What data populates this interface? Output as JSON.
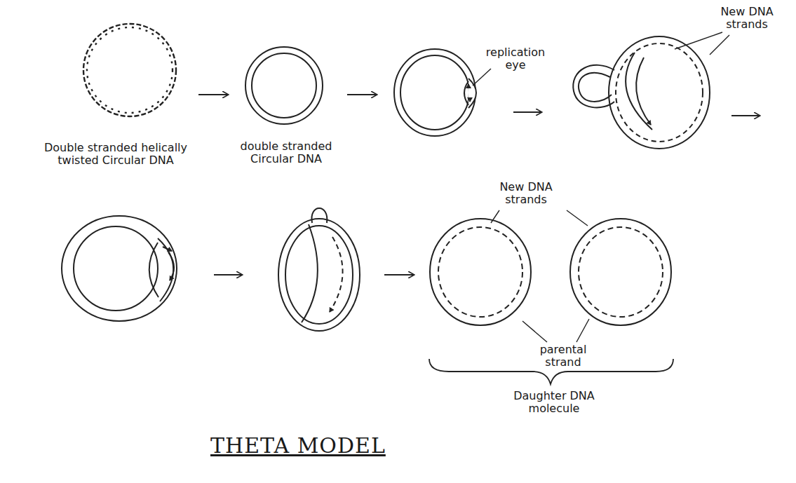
{
  "diagram": {
    "title": "THETA MODEL",
    "labels": [
      "Double stranded helically twisted Circular DNA",
      "double stranded Circular DNA",
      "replication eye",
      "New DNA strands",
      "New DNA strands",
      "parental strand",
      "Daughter DNA molecule"
    ]
  }
}
